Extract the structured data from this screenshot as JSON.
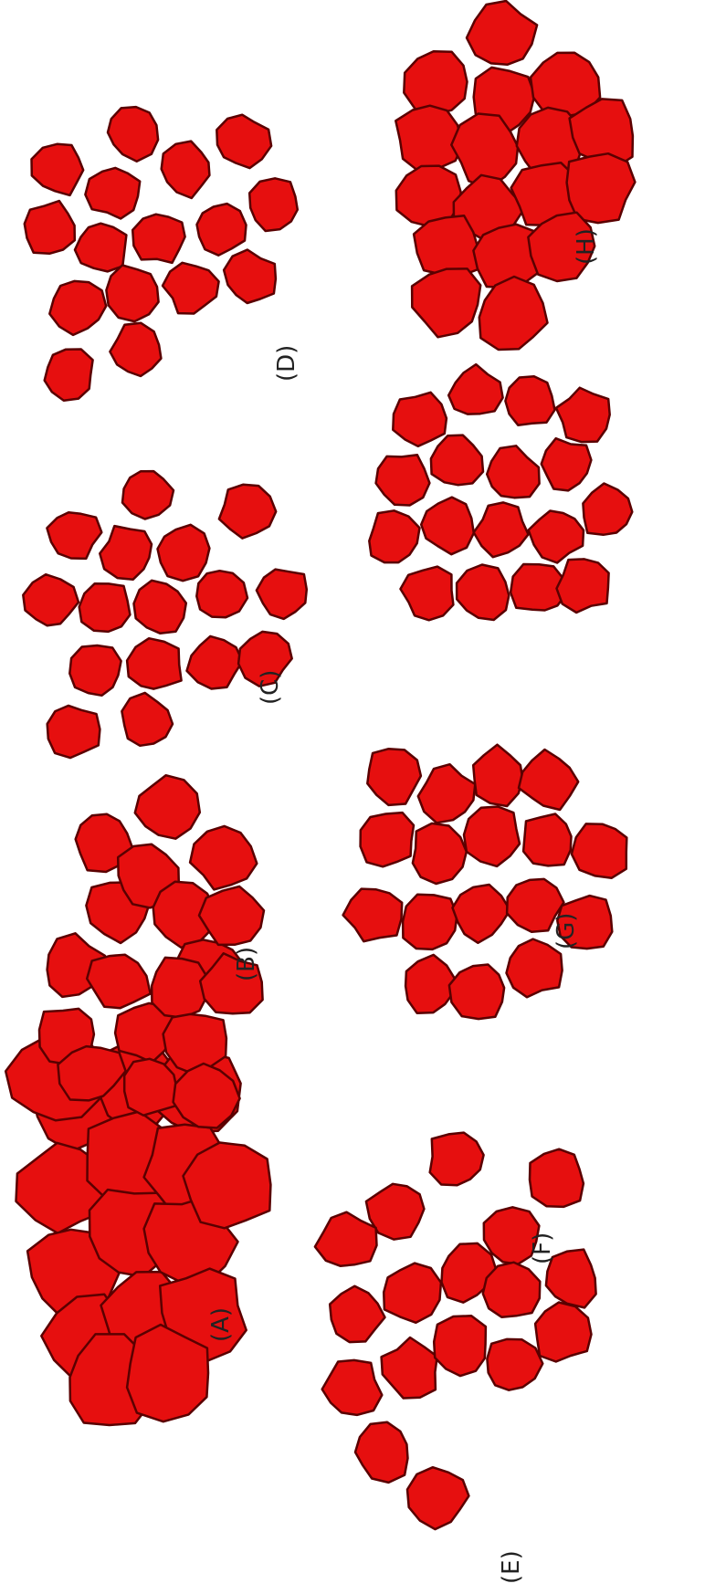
{
  "colors": {
    "cell_fill": "#e60f0f",
    "cell_stroke": "#5a0000",
    "background": "#ffffff",
    "label": "#222222"
  },
  "orientation": "rotated-90-ccw",
  "panels": [
    {
      "id": "A",
      "label": "(A)",
      "arrangement": "compact-cluster",
      "cells": 16,
      "separation": "touching"
    },
    {
      "id": "B",
      "label": "(B)",
      "arrangement": "partially-dispersed",
      "cells": 18,
      "separation": "mostly-touching"
    },
    {
      "id": "C",
      "label": "(C)",
      "arrangement": "dispersed",
      "cells": 16,
      "separation": "separated"
    },
    {
      "id": "D",
      "label": "(D)",
      "arrangement": "dispersed",
      "cells": 16,
      "separation": "separated"
    },
    {
      "id": "E",
      "label": "(E)",
      "arrangement": "dispersed",
      "cells": 17,
      "separation": "separated"
    },
    {
      "id": "F",
      "label": "(F)",
      "arrangement": "dispersed",
      "cells": 17,
      "separation": "separated"
    },
    {
      "id": "G",
      "label": "(G)",
      "arrangement": "dispersed",
      "cells": 17,
      "separation": "separated"
    },
    {
      "id": "H",
      "label": "(H)",
      "arrangement": "partially-dispersed",
      "cells": 17,
      "separation": "mostly-touching"
    }
  ]
}
